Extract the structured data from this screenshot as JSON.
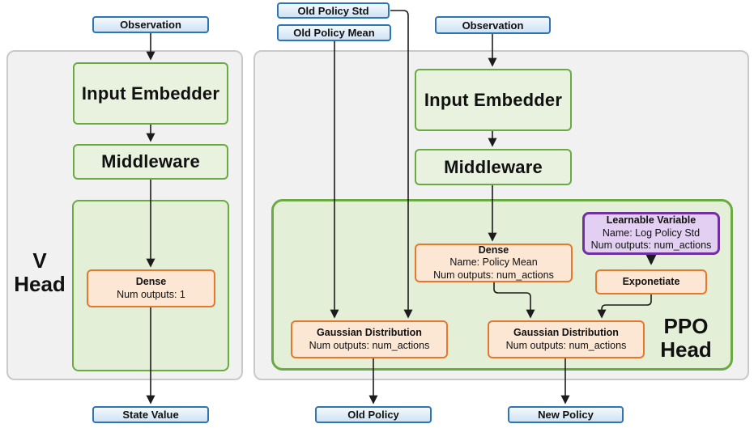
{
  "io": {
    "observation_left": "Observation",
    "old_policy_std": "Old Policy Std",
    "old_policy_mean": "Old Policy Mean",
    "observation_right": "Observation",
    "state_value": "State Value",
    "old_policy": "Old Policy",
    "new_policy": "New Policy"
  },
  "v_head": {
    "label_top": "V",
    "label_bottom": "Head",
    "input_embedder": "Input Embedder",
    "middleware": "Middleware",
    "dense": {
      "title": "Dense",
      "outputs": "Num outputs: 1"
    }
  },
  "ppo_head": {
    "label_top": "PPO",
    "label_bottom": "Head",
    "input_embedder": "Input Embedder",
    "middleware": "Middleware",
    "dense_policy_mean": {
      "title": "Dense",
      "name": "Name: Policy Mean",
      "outputs": "Num outputs: num_actions"
    },
    "learnable_variable": {
      "title": "Learnable Variable",
      "name": "Name: Log Policy Std",
      "outputs": "Num outputs: num_actions"
    },
    "exponetiate": "Exponetiate",
    "gaussian_distribution_old": {
      "title": "Gaussian Distribution",
      "outputs": "Num outputs: num_actions"
    },
    "gaussian_distribution_new": {
      "title": "Gaussian Distribution",
      "outputs": "Num outputs: num_actions"
    }
  },
  "colors": {
    "io_border": "#2e75b6",
    "io_fill": "#cfe2f4",
    "green_border": "#6aaa43",
    "green_fill": "#e9f2df",
    "orange_border": "#e8772e",
    "orange_fill": "#fce6d4",
    "purple_border": "#7030a0",
    "purple_fill": "#e2cff1",
    "panel_fill": "#f1f1f1",
    "panel_border": "#c9c9c9",
    "arrow": "#1c1c1c"
  }
}
